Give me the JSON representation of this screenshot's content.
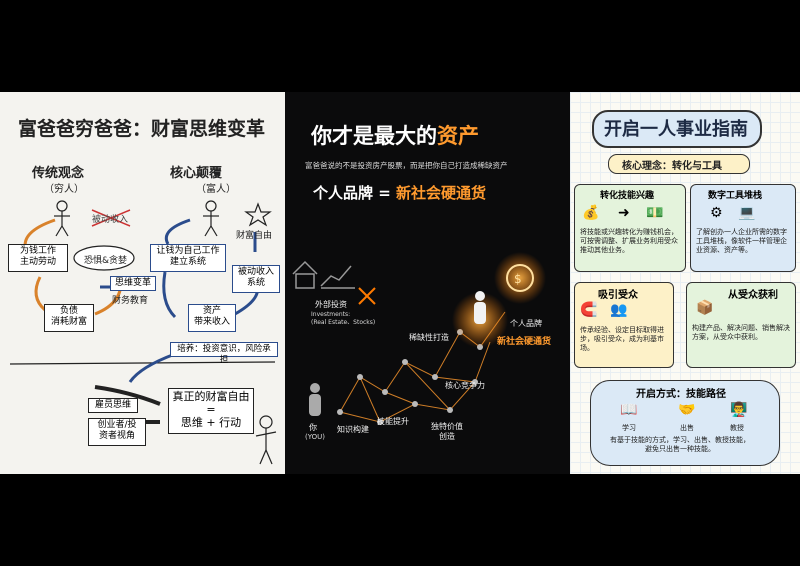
{
  "panel1": {
    "title": "富爸爸穷爸爸：财富思维变革",
    "left_header": "传统观念",
    "left_sub": "（穷人）",
    "right_header": "核心颠覆",
    "right_sub": "（富人）",
    "box_work_for_money": "为钱工作\n主动劳动",
    "passive_income_crossed": "被动收入",
    "fear_greed": "恐惧&贪婪",
    "liabilities": "负债\n消耗财富",
    "mindset_shift": "思维变革",
    "financial_education": "财务教育",
    "money_works": "让钱为自己工作\n建立系统",
    "passive_system": "被动收入\n系统",
    "wealth_freedom": "财富自由",
    "assets": "资产\n带来收入",
    "cultivate": "培养：投资意识，风险承担",
    "employee_mindset": "雇员思维",
    "entrepreneur_view": "创业者/投\n资者视角",
    "true_freedom": "真正的财富自由\n=\n思维 + 行动"
  },
  "panel2": {
    "title_a": "你才是最大的",
    "title_b": "资产",
    "subtitle": "富爸爸说的不是投资房产股票，而是把你自己打造成稀缺资产",
    "headline_a": "个人品牌 = ",
    "headline_b": "新社会硬通货",
    "outside_invest": "外部投资",
    "outside_invest_en": "Investments:\n(Real Estate、Stocks)",
    "personal_brand": "个人品牌",
    "hard_currency": "新社会硬通货",
    "scarcity": "稀缺性打造",
    "core_comp": "核心竞争力",
    "unique_value": "独特价值\n创造",
    "skill_up": "技能提升",
    "knowledge": "知识构建",
    "you": "你",
    "you_en": "(YOU)"
  },
  "panel3": {
    "title": "开启一人事业指南",
    "core_idea": "核心理念：转化与工具",
    "convert_label": "转化技能兴趣",
    "convert_text": "将技能或兴趣转化为赚钱机会，可按需调整、扩展业务利用受众推动其他业务。",
    "tools_label": "数字工具堆栈",
    "tools_text": "了解创办一人企业所需的数字工具堆栈，像软件一样管理企业资源、资产等。",
    "attract_label": "吸引受众",
    "attract_text": "传承经验、设定目标取得进步，吸引受众，成为利基市场。",
    "profit_label": "从受众获利",
    "profit_text": "构建产品、解决问题、销售解决方案，从受众中获利。",
    "path_label": "开启方式：技能路径",
    "step_learn": "学习",
    "step_sell": "出售",
    "step_teach": "教授",
    "path_text": "有基于技能的方式，学习、出售、教授技能，\n避免只出售一种技能。"
  },
  "colors": {
    "orange": "#ff9a2e",
    "navy": "#2b4c8c",
    "card_blue": "#dbe9f6",
    "card_green": "#e4f3dc",
    "card_yellow": "#fdf1c8"
  }
}
